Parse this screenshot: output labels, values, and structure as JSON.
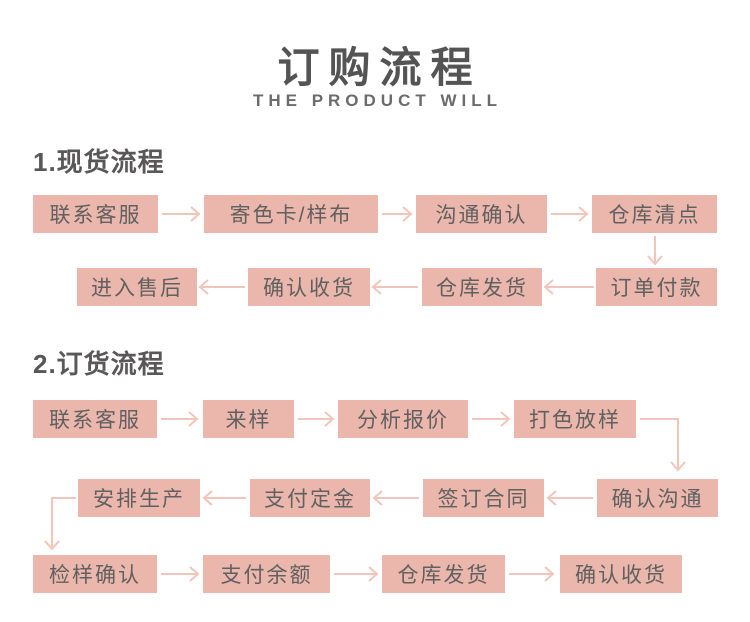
{
  "header": {
    "title": "订购流程",
    "subtitle": "THE PRODUCT WILL"
  },
  "colors": {
    "node_fill": "#ebb7ac",
    "connector": "#f2c5ba",
    "node_text": "#606060",
    "heading_text": "#595757"
  },
  "stock_process": {
    "heading": "1.现货流程",
    "row1": [
      "联系客服",
      "寄色卡/样布",
      "沟通确认",
      "仓库清点"
    ],
    "row2": [
      "进入售后",
      "确认收货",
      "仓库发货",
      "订单付款"
    ]
  },
  "custom_process": {
    "heading": "2.订货流程",
    "row1": [
      "联系客服",
      "来样",
      "分析报价",
      "打色放样"
    ],
    "row2": [
      "安排生产",
      "支付定金",
      "签订合同",
      "确认沟通"
    ],
    "row3": [
      "检样确认",
      "支付余额",
      "仓库发货",
      "确认收货"
    ]
  }
}
